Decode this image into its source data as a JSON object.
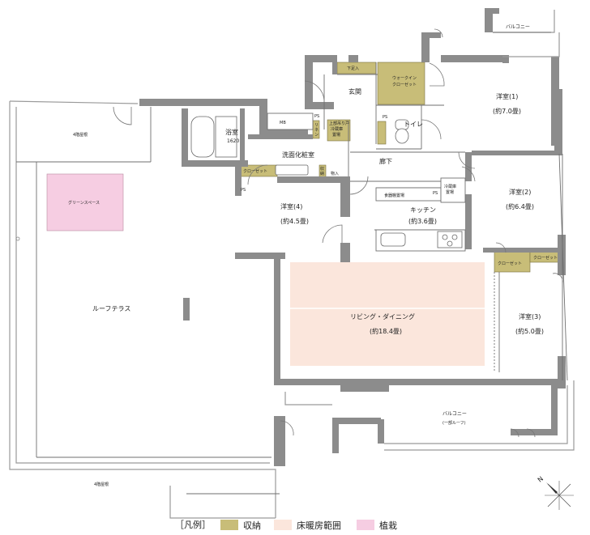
{
  "rooms": {
    "balcony_top": "バルコニー",
    "entrance": "玄関",
    "shoe_storage": "下足入",
    "walk_in_closet": "ウォークイン\nクローゼット",
    "western1": "洋室(1)",
    "western1_size": "(約7.0畳)",
    "toilet": "トイレ",
    "bathroom": "浴室",
    "bathroom_size": "1620",
    "mb": "MB",
    "ps": "PS",
    "washroom": "洗面化粧室",
    "corridor": "廊下",
    "closet": "クローゼット",
    "storage_in": "物入",
    "fridge_laundry": "上部吊り戸\n冷蔵庫\n置場",
    "western4": "洋室(4)",
    "western4_size": "(約4.5畳)",
    "kitchen": "キッチン",
    "kitchen_size": "(約3.6畳)",
    "cupboard": "食器棚置場",
    "fridge_space": "冷蔵庫\n置場",
    "western2": "洋室(2)",
    "western2_size": "(約6.4畳)",
    "closet2": "クローゼット",
    "closet3": "クローゼット",
    "living": "リビング・ダイニング",
    "living_size": "(約18.4畳)",
    "western3": "洋室(3)",
    "western3_size": "(約5.0畳)",
    "balcony_bottom": "バルコニー",
    "balcony_bottom_sub": "(一部ルーフ)",
    "roof_terrace": "ルーフテラス",
    "green_space": "グリーンスペース",
    "floor4_roof_top": "4階屋根",
    "floor4_roof_bottom": "4階屋根",
    "linen": "リネン\n庫",
    "storage_small": "収\n納"
  },
  "legend": {
    "title": "［凡例］",
    "storage": "収納",
    "floor_heating": "床暖房範囲",
    "planting": "植栽",
    "colors": {
      "storage": "#c8bd78",
      "floor_heating": "#fbe6dc",
      "planting": "#f6cde2",
      "wall": "#8c8c8c"
    }
  },
  "compass": {
    "label": "N"
  }
}
